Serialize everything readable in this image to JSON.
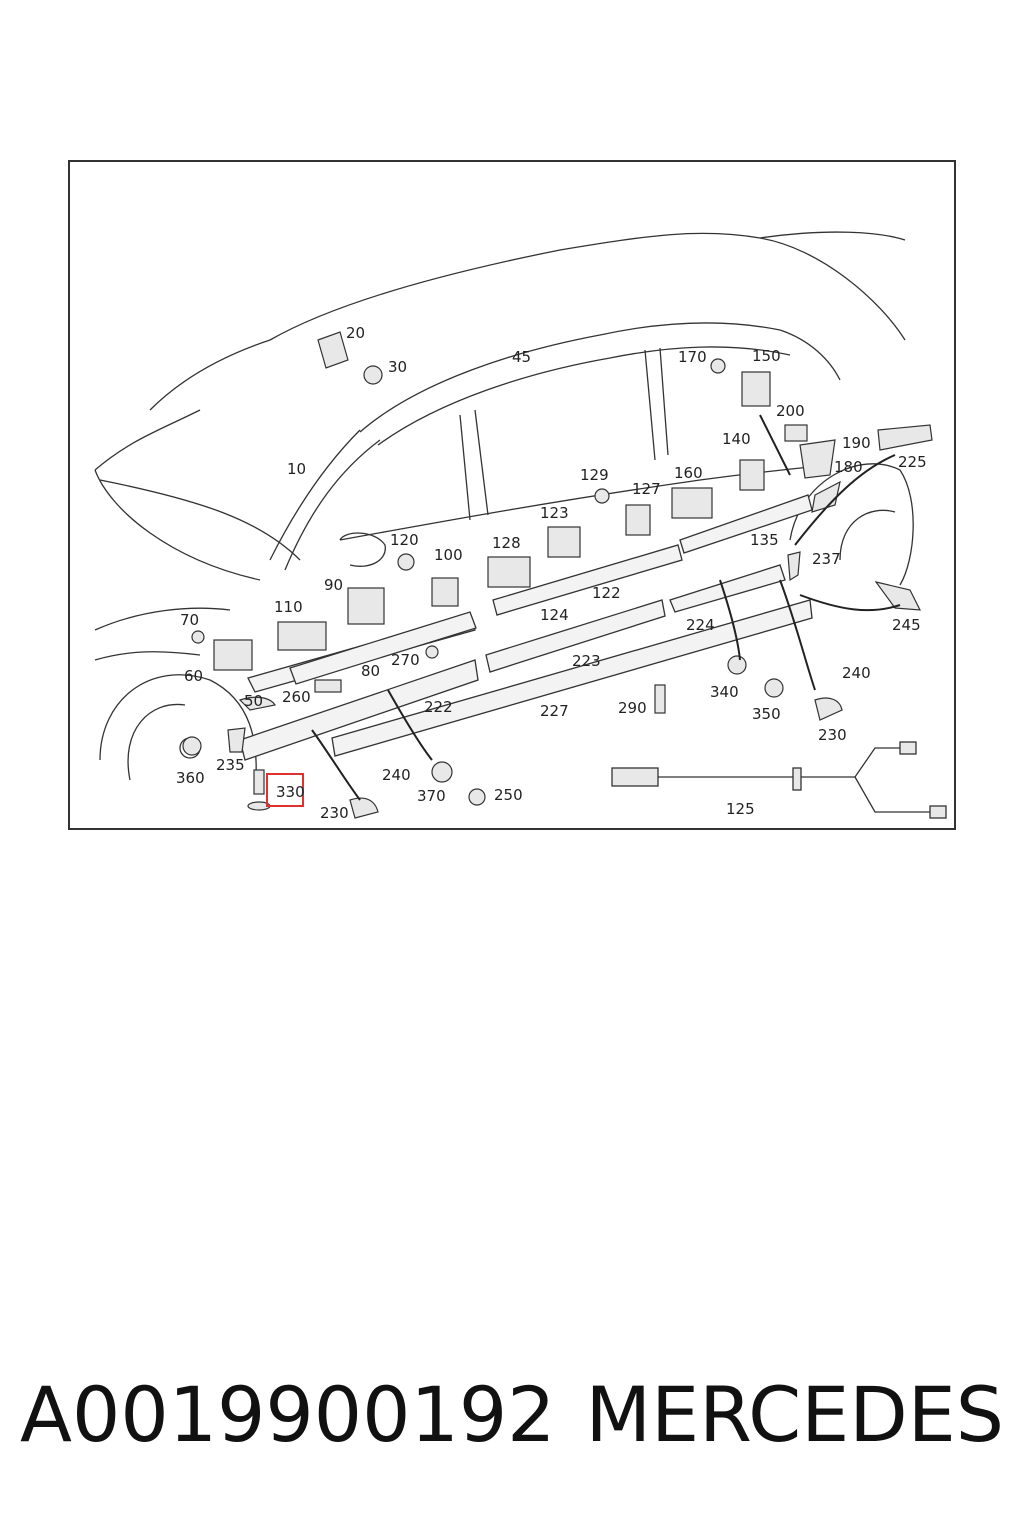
{
  "labels": {
    "l10": "10",
    "l20": "20",
    "l30": "30",
    "l45": "45",
    "l50": "50",
    "l60": "60",
    "l70": "70",
    "l80": "80",
    "l90": "90",
    "l100": "100",
    "l110": "110",
    "l120": "120",
    "l122": "122",
    "l123": "123",
    "l124": "124",
    "l125": "125",
    "l127": "127",
    "l128": "128",
    "l129": "129",
    "l135": "135",
    "l140": "140",
    "l150": "150",
    "l160": "160",
    "l170": "170",
    "l180": "180",
    "l190": "190",
    "l200": "200",
    "l222": "222",
    "l223": "223",
    "l224": "224",
    "l225": "225",
    "l227": "227",
    "l230a": "230",
    "l230b": "230",
    "l235": "235",
    "l237": "237",
    "l240a": "240",
    "l240b": "240",
    "l245": "245",
    "l250": "250",
    "l260": "260",
    "l270": "270",
    "l290": "290",
    "l330": "330",
    "l340": "340",
    "l350": "350",
    "l360": "360",
    "l370": "370"
  },
  "highlight": {
    "label": "330",
    "color": "#e03030"
  },
  "footer": {
    "part_number": "A0019900192",
    "brand": "MERCEDES"
  }
}
